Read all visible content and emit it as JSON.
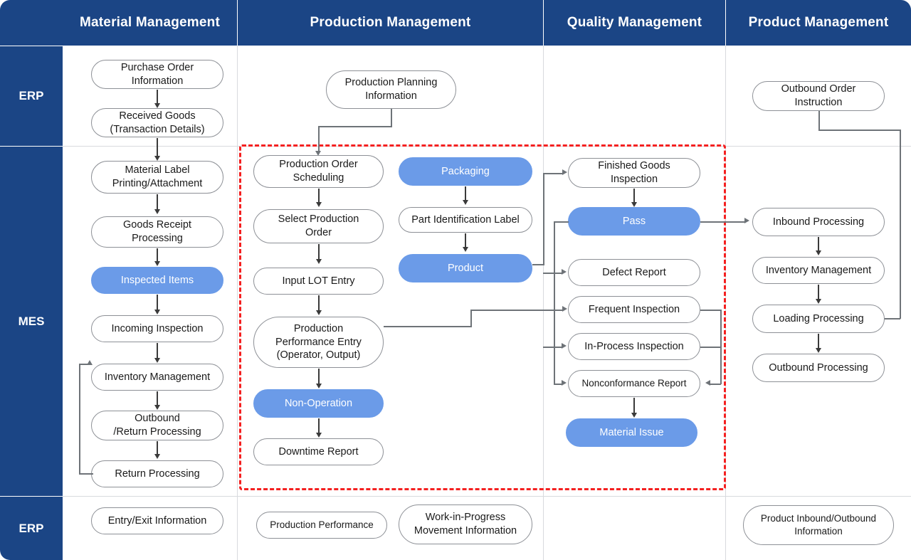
{
  "colors": {
    "header_blue": "#1B4585",
    "node_blue": "#6B9BE8",
    "highlight_red": "#f42020",
    "node_border": "#8d9096",
    "connector": "#6e7378"
  },
  "columns": [
    {
      "key": "material",
      "label": "Material Management"
    },
    {
      "key": "production",
      "label": "Production Management"
    },
    {
      "key": "quality",
      "label": "Quality Management"
    },
    {
      "key": "product",
      "label": "Product Management"
    }
  ],
  "rows": [
    {
      "key": "erp_top",
      "label": "ERP"
    },
    {
      "key": "mes",
      "label": "MES"
    },
    {
      "key": "erp_bottom",
      "label": "ERP"
    }
  ],
  "nodes": {
    "purchase_order_information": {
      "text": "Purchase Order\nInformation",
      "style": "white"
    },
    "received_goods": {
      "text": "Received Goods\n(Transaction Details)",
      "style": "white"
    },
    "production_planning_information": {
      "text": "Production Planning\nInformation",
      "style": "white"
    },
    "outbound_order_instruction": {
      "text": "Outbound Order\nInstruction",
      "style": "white"
    },
    "material_label_printing": {
      "text": "Material Label\nPrinting/Attachment",
      "style": "white"
    },
    "goods_receipt_processing": {
      "text": "Goods Receipt\nProcessing",
      "style": "white"
    },
    "inspected_items": {
      "text": "Inspected Items",
      "style": "blue"
    },
    "incoming_inspection": {
      "text": "Incoming Inspection",
      "style": "white"
    },
    "inventory_management_material": {
      "text": "Inventory Management",
      "style": "white"
    },
    "outbound_return_processing": {
      "text": "Outbound\n/Return Processing",
      "style": "white"
    },
    "return_processing": {
      "text": "Return Processing",
      "style": "white"
    },
    "production_order_scheduling": {
      "text": "Production Order\nScheduling",
      "style": "white"
    },
    "select_production_order": {
      "text": "Select Production\nOrder",
      "style": "white"
    },
    "input_lot_entry": {
      "text": "Input LOT Entry",
      "style": "white"
    },
    "production_performance_entry": {
      "text": "Production\nPerformance Entry\n(Operator, Output)",
      "style": "white"
    },
    "non_operation": {
      "text": "Non-Operation",
      "style": "blue"
    },
    "downtime_report": {
      "text": "Downtime Report",
      "style": "white"
    },
    "packaging": {
      "text": "Packaging",
      "style": "blue"
    },
    "part_identification_label": {
      "text": "Part Identification Label",
      "style": "white"
    },
    "product": {
      "text": "Product",
      "style": "blue"
    },
    "finished_goods_inspection": {
      "text": "Finished Goods\nInspection",
      "style": "white"
    },
    "pass": {
      "text": "Pass",
      "style": "blue"
    },
    "defect_report": {
      "text": "Defect Report",
      "style": "white"
    },
    "frequent_inspection": {
      "text": "Frequent Inspection",
      "style": "white"
    },
    "in_process_inspection": {
      "text": "In-Process Inspection",
      "style": "white"
    },
    "nonconformance_report": {
      "text": "Nonconformance Report",
      "style": "white"
    },
    "material_issue": {
      "text": "Material Issue",
      "style": "blue"
    },
    "inbound_processing": {
      "text": "Inbound Processing",
      "style": "white"
    },
    "inventory_management_product": {
      "text": "Inventory Management",
      "style": "white"
    },
    "loading_processing": {
      "text": "Loading Processing",
      "style": "white"
    },
    "outbound_processing": {
      "text": "Outbound Processing",
      "style": "white"
    },
    "entry_exit_information": {
      "text": "Entry/Exit Information",
      "style": "white"
    },
    "production_performance": {
      "text": "Production Performance",
      "style": "white"
    },
    "work_in_progress_movement": {
      "text": "Work-in-Progress\nMovement Information",
      "style": "white"
    },
    "product_inbound_outbound": {
      "text": "Product Inbound/Outbound\nInformation",
      "style": "white"
    }
  }
}
